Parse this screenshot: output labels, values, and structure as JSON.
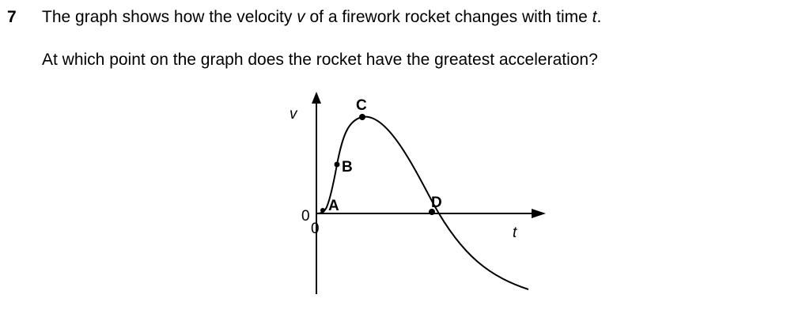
{
  "question": {
    "number": "7",
    "line1_part1": "The graph shows how the velocity ",
    "line1_v": "v",
    "line1_part2": " of a firework rocket changes with time ",
    "line1_t": "t",
    "line1_end": ".",
    "line2": "At which point on the graph does the rocket have the greatest acceleration?"
  },
  "graph": {
    "y_axis_label": "v",
    "x_axis_label": "t",
    "origin_y_label": "0",
    "origin_x_label": "0",
    "points": [
      "A",
      "B",
      "C",
      "D"
    ]
  }
}
